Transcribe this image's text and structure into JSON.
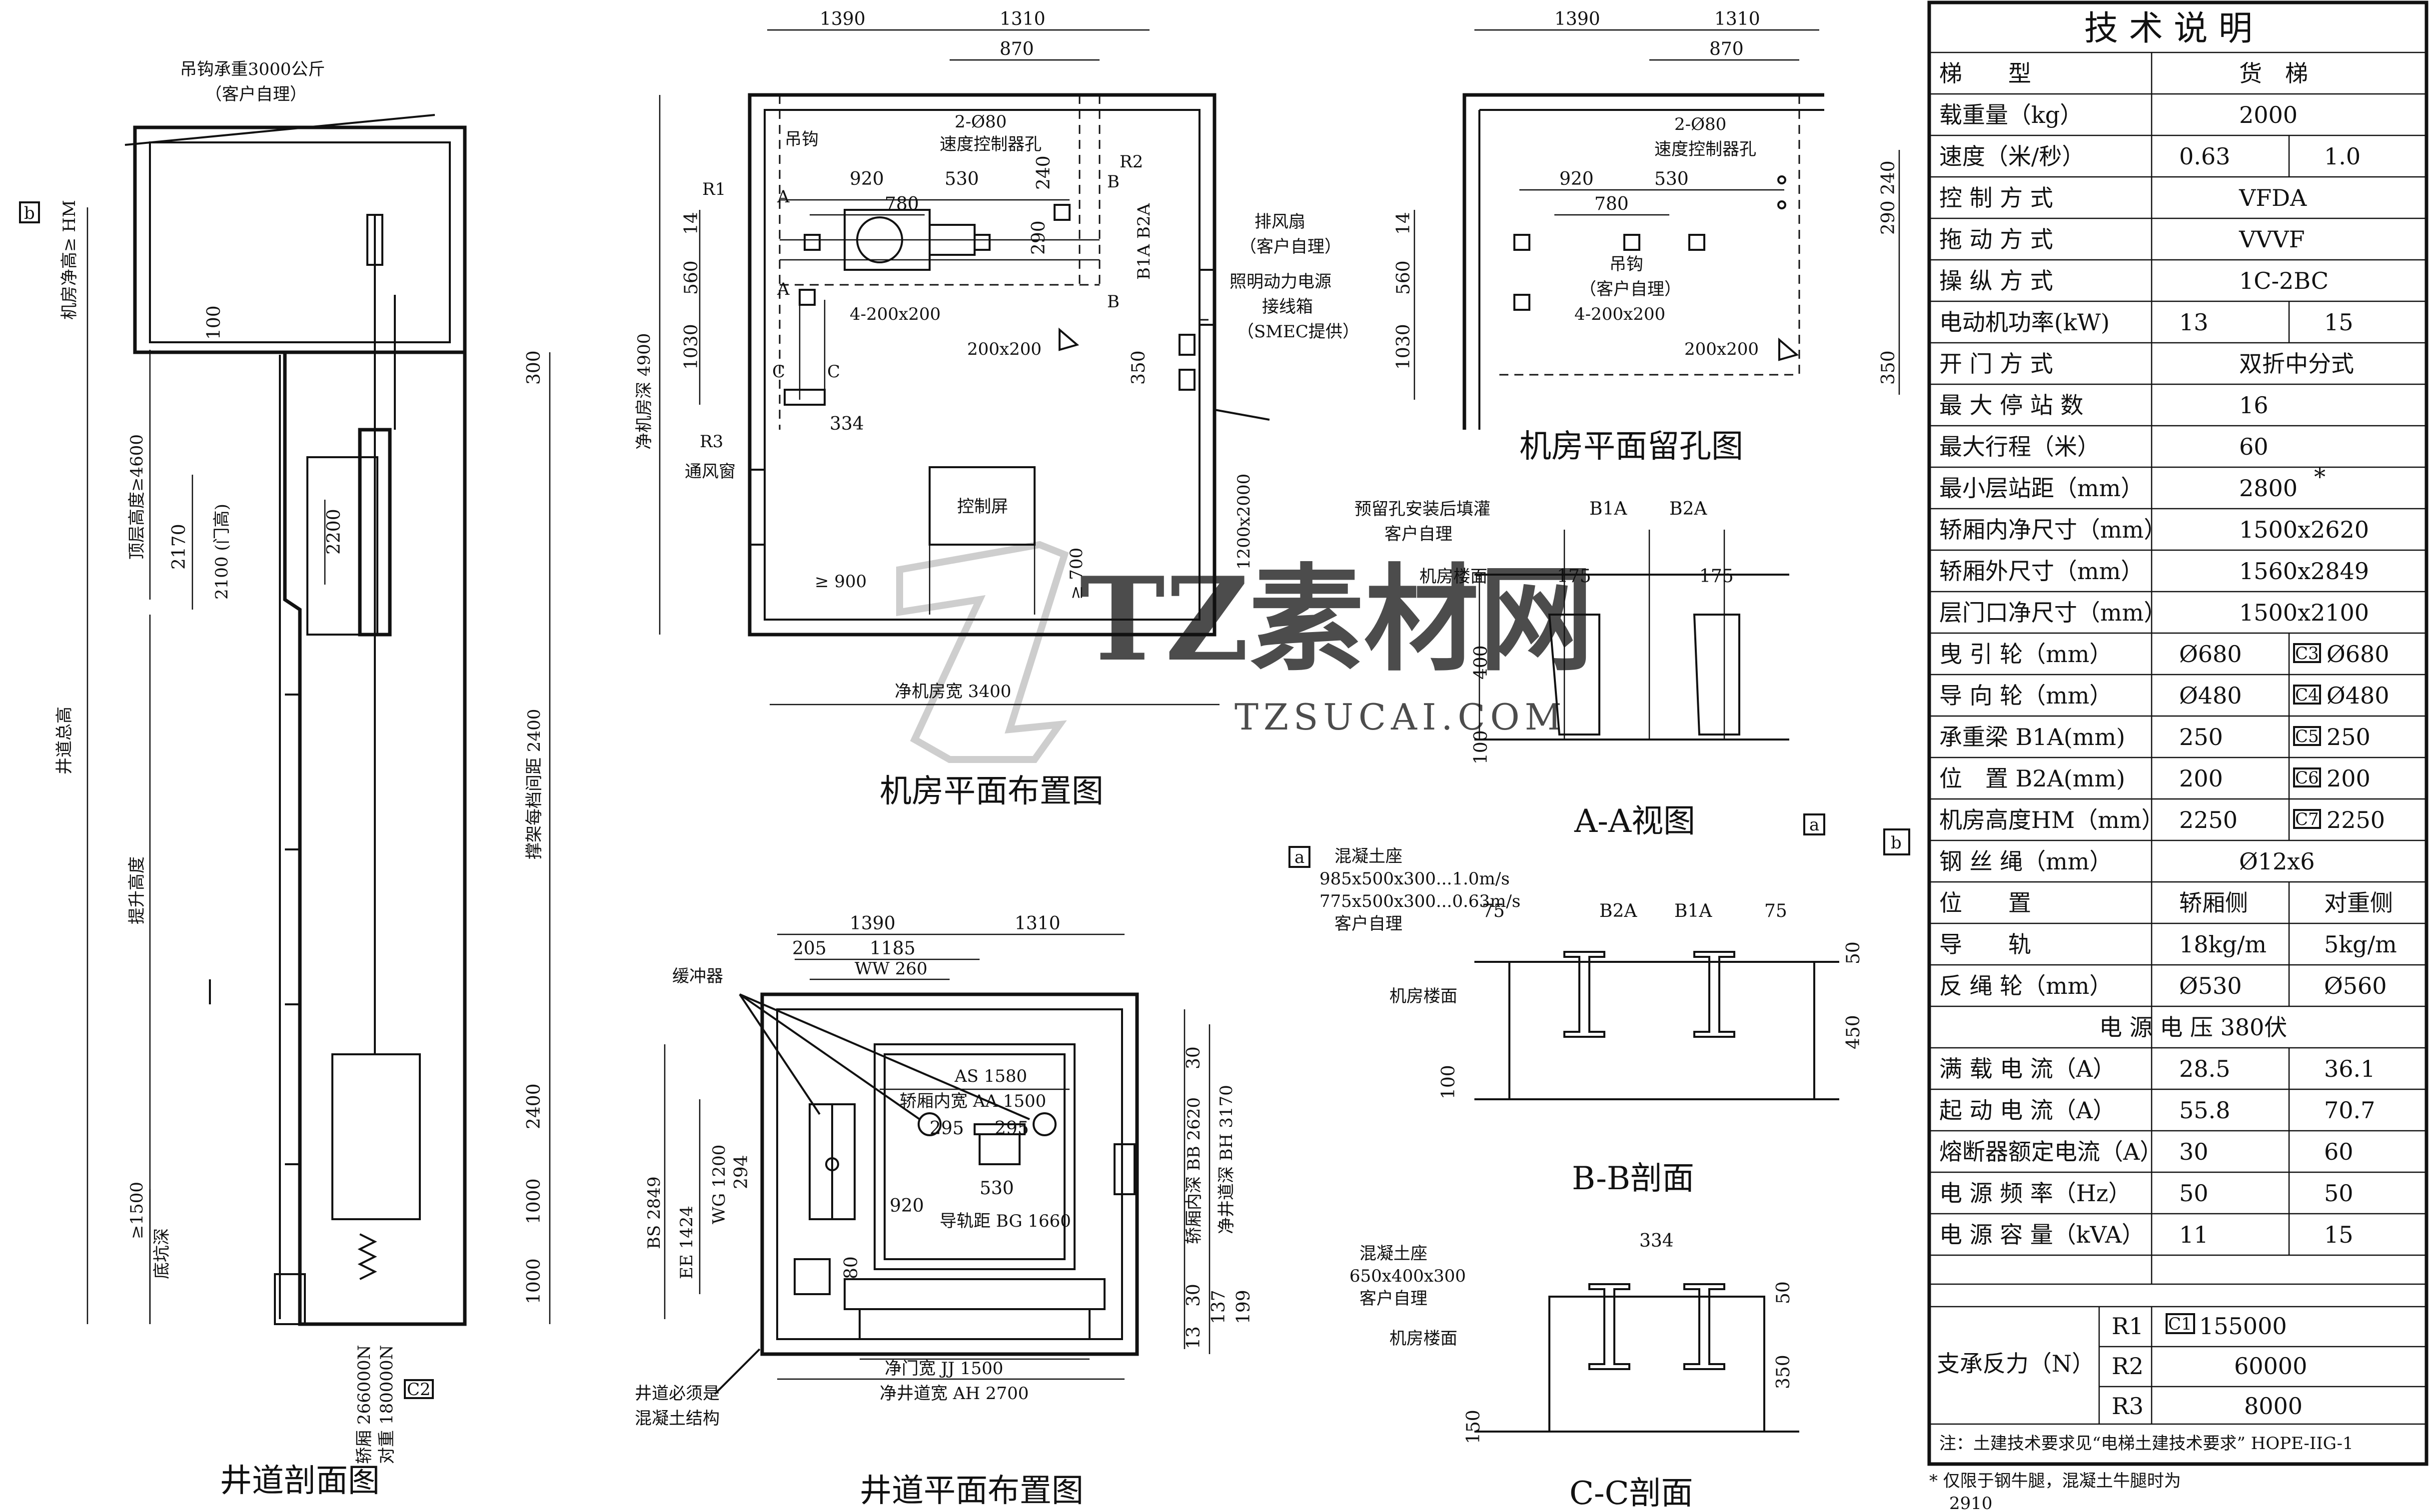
{
  "watermark": {
    "main": "TZ素材网",
    "sub": "TZSUCAI.COM"
  },
  "views": {
    "shaft_section": {
      "title": "井道剖面图",
      "hook": "吊钩承重3000公斤",
      "hook_note": "（客户自理）",
      "hm": "机房净高≥ HM",
      "top_height": "顶层高度≥4600",
      "door_h": "2170",
      "door_label": "2100 (门高)",
      "car_h": "2200",
      "total": "井道总高",
      "travel": "提升高度",
      "pit": "≥1500",
      "pit_label": "底坑深",
      "d100": "100",
      "d300": "300",
      "rail_bracket": "撑架每档间距 2400",
      "d2400": "2400",
      "d1000a": "1000",
      "d1000b": "1000",
      "load_car": "轿厢 266000N",
      "load_cw": "对重 180000N",
      "tag_b": "b",
      "tag_c2": "C2"
    },
    "machine_room": {
      "title": "机房平面布置图",
      "d1390": "1390",
      "d1310": "1310",
      "d870": "870",
      "holes_speed": "2-Ø80",
      "speed_hole": "速度控制器孔",
      "hook": "吊钩",
      "d920": "920",
      "d780": "780",
      "d530": "530",
      "d240": "240",
      "d290": "290",
      "r1": "R1",
      "r2": "R2",
      "r3": "R3",
      "a": "A",
      "b": "B",
      "c": "C",
      "b1a_b2a": "B1A B2A",
      "d14": "14",
      "d560": "560",
      "d1030": "1030",
      "holes4": "4-200x200",
      "fan": "排风扇",
      "fan_note": "（客户自理）",
      "power1": "照明动力电源",
      "power2": "接线箱",
      "power3": "（SMEC提供）",
      "sq200": "200x200",
      "d350": "350",
      "d334": "334",
      "vent": "通风窗",
      "ctrl": "控制屏",
      "depth": "净机房深 4900",
      "door": "1200x2000",
      "d900": "≥ 900",
      "d700": "≥ 700",
      "width": "净机房宽 3400"
    },
    "room_holes": {
      "title": "机房平面留孔图",
      "d1390": "1390",
      "d1310": "1310",
      "d870": "870",
      "holes_speed": "2-Ø80",
      "speed_hole": "速度控制器孔",
      "d920": "920",
      "d780": "780",
      "d530": "530",
      "d14": "14",
      "d560": "560",
      "d1030": "1030",
      "d290": "290",
      "d240": "240",
      "hook": "吊钩",
      "hook_note": "（客户自理）",
      "holes4": "4-200x200",
      "sq200": "200x200",
      "d350": "350"
    },
    "aa_view": {
      "title": "A-A视图",
      "note1": "预留孔安装后填灌",
      "note2": "客户自理",
      "floor": "机房楼面",
      "b1a": "B1A",
      "b2a": "B2A",
      "d175a": "175",
      "d175b": "175",
      "d400": "400",
      "d100": "100",
      "tag": "a"
    },
    "bb_section": {
      "title": "B-B剖面",
      "tag": "a",
      "base1": "混凝土座",
      "base2": "985x500x300...1.0m/s",
      "base3": "775x500x300...0.63m/s",
      "base4": "客户自理",
      "d75a": "75",
      "b2a": "B2A",
      "b1a": "B1A",
      "d75b": "75",
      "d50": "50",
      "floor": "机房楼面",
      "d450": "450",
      "d100": "100"
    },
    "cc_section": {
      "title": "C-C剖面",
      "base1": "混凝土座",
      "base2": "650x400x300",
      "base3": "客户自理",
      "d334": "334",
      "d50": "50",
      "floor": "机房楼面",
      "d350": "350",
      "d150": "150"
    },
    "shaft_plan": {
      "title": "井道平面布置图",
      "d1390": "1390",
      "d1310": "1310",
      "d205": "205",
      "d1185": "1185",
      "ww": "WW 260",
      "buffer": "缓冲器",
      "as": "AS 1580",
      "aa": "轿厢内宽  AA 1500",
      "d295a": "295",
      "d295b": "295",
      "bs": "BS 2849",
      "wg": "WG 1200",
      "ee": "EE 1424",
      "d294": "294",
      "d920": "920",
      "d530": "530",
      "bg": "导轨距 BG 1660",
      "d80": "80",
      "bb": "轿厢内深 BB 2620",
      "bh": "净井道深 BH 3170",
      "d30a": "30",
      "d30b": "30",
      "d13": "13",
      "d137": "137",
      "d199": "199",
      "jj": "净门宽  JJ 1500",
      "ah": "净井道宽  AH 2700",
      "note1": "井道必须是",
      "note2": "混凝土结构"
    }
  },
  "tech_table": {
    "title": "技 术 说 明",
    "tag_b": "b",
    "rows": [
      {
        "label": "梯　　型",
        "v1": "货　梯",
        "v2": ""
      },
      {
        "label": "载重量（kg）",
        "v1": "2000",
        "v2": ""
      },
      {
        "label": "速度（米/秒）",
        "v1": "0.63",
        "v2": "1.0"
      },
      {
        "label": "控 制 方 式",
        "v1": "VFDA",
        "v2": ""
      },
      {
        "label": "拖 动 方 式",
        "v1": "VVVF",
        "v2": ""
      },
      {
        "label": "操 纵 方 式",
        "v1": "1C-2BC",
        "v2": ""
      },
      {
        "label": "电动机功率(kW)",
        "v1": "13",
        "v2": "15"
      },
      {
        "label": "开 门 方 式",
        "v1": "双折中分式",
        "v2": ""
      },
      {
        "label": "最 大 停 站 数",
        "v1": "16",
        "v2": ""
      },
      {
        "label": "最大行程（米）",
        "v1": "60",
        "v2": ""
      },
      {
        "label": "最小层站距（mm）",
        "v1": "2800",
        "v2": ""
      },
      {
        "label": "轿厢内净尺寸（mm）",
        "v1": "1500x2620",
        "v2": ""
      },
      {
        "label": "轿厢外尺寸（mm）",
        "v1": "1560x2849",
        "v2": ""
      },
      {
        "label": "层门口净尺寸（mm）",
        "v1": "1500x2100",
        "v2": ""
      },
      {
        "label": "曳 引 轮（mm）",
        "v1": "Ø680",
        "v2": "Ø680"
      },
      {
        "label": "导 向 轮（mm）",
        "v1": "Ø480",
        "v2": "Ø480"
      },
      {
        "label": "承重梁 B1A(mm)",
        "v1": "250",
        "v2": "250"
      },
      {
        "label": "位　置 B2A(mm)",
        "v1": "200",
        "v2": "200"
      },
      {
        "label": "机房高度HM（mm）",
        "v1": "2250",
        "v2": "2250"
      },
      {
        "label": "钢 丝 绳（mm）",
        "v1": "Ø12x6",
        "v2": ""
      },
      {
        "label": "位　　置",
        "v1": "轿厢侧",
        "v2": "对重侧"
      },
      {
        "label": "导　　轨",
        "v1": "18kg/m",
        "v2": "5kg/m"
      },
      {
        "label": "反 绳 轮（mm）",
        "v1": "Ø530",
        "v2": "Ø560"
      },
      {
        "label": "电 源 电 压 380伏",
        "v1": "",
        "v2": ""
      },
      {
        "label": "满 载 电 流（A）",
        "v1": "28.5",
        "v2": "36.1"
      },
      {
        "label": "起 动 电 流（A）",
        "v1": "55.8",
        "v2": "70.7"
      },
      {
        "label": "熔断器额定电流（A）",
        "v1": "30",
        "v2": "60"
      },
      {
        "label": "电 源 频 率（Hz）",
        "v1": "50",
        "v2": "50"
      },
      {
        "label": "电 源 容 量（kVA）",
        "v1": "11",
        "v2": "15"
      }
    ],
    "c3": "C3",
    "c4": "C4",
    "c5": "C5",
    "c6": "C6",
    "c7": "C7",
    "c1": "C1",
    "star": "*",
    "bearing_label": "支承反力（N）",
    "r1": "R1",
    "r1v": "155000",
    "r2": "R2",
    "r2v": "60000",
    "r3": "R3",
    "r3v": "8000",
    "note": "注：土建技术要求见“电梯土建技术要求” HOPE-IIG-1",
    "footnote1": "*  仅限于钢牛腿，混凝土牛腿时为",
    "footnote2": "2910"
  }
}
